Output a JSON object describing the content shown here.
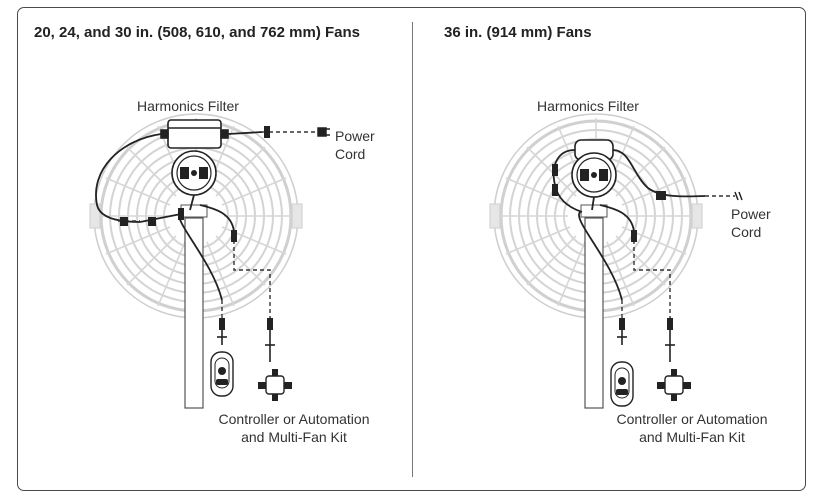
{
  "panels": [
    {
      "title": "20, 24, and 30 in. (508, 610, and 762 mm) Fans",
      "labels": {
        "filter": "Harmonics Filter",
        "power": "Power\nCord",
        "controller": "Controller or Automation\nand Multi-Fan Kit"
      }
    },
    {
      "title": "36 in. (914 mm) Fans",
      "labels": {
        "filter": "Harmonics Filter",
        "power": "Power\nCord",
        "controller": "Controller or Automation\nand Multi-Fan Kit"
      }
    }
  ],
  "colors": {
    "border": "#4a4a4a",
    "fan_grille": "#c8c8c8",
    "line": "#222222"
  }
}
